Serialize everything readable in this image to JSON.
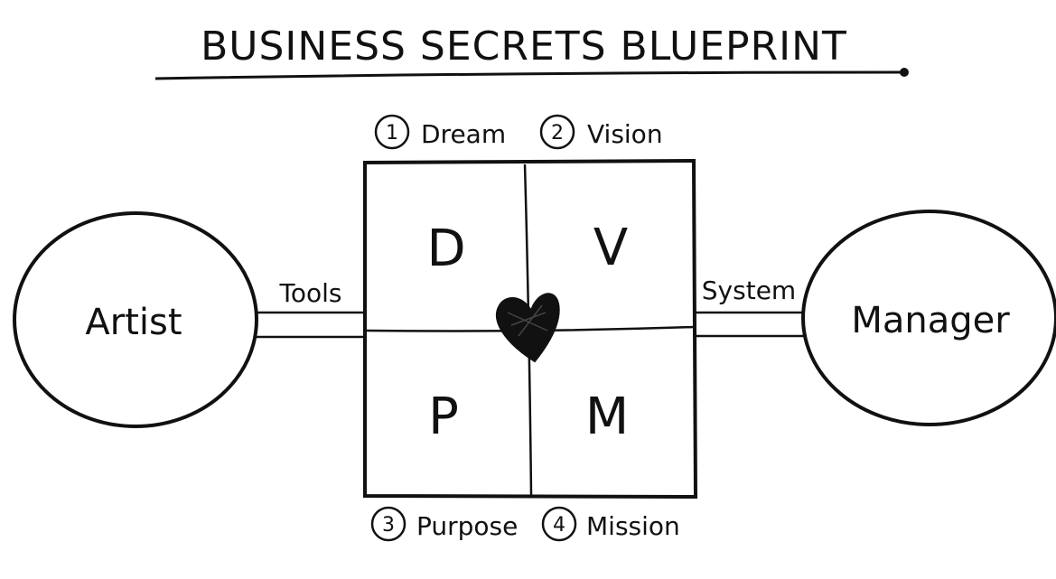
{
  "title": "BUSINESS SECRETS BLUEPRINT",
  "stages": [
    {
      "number": "1",
      "label": "Dream",
      "letter": "D"
    },
    {
      "number": "2",
      "label": "Vision",
      "letter": "V"
    },
    {
      "number": "3",
      "label": "Purpose",
      "letter": "P"
    },
    {
      "number": "4",
      "label": "Mission",
      "letter": "M"
    }
  ],
  "left_node": {
    "label": "Artist"
  },
  "right_node": {
    "label": "Manager"
  },
  "left_connector": {
    "label": "Tools"
  },
  "right_connector": {
    "label": "System"
  },
  "center_icon": "heart-icon",
  "colors": {
    "ink": "#111111",
    "background": "#ffffff"
  }
}
